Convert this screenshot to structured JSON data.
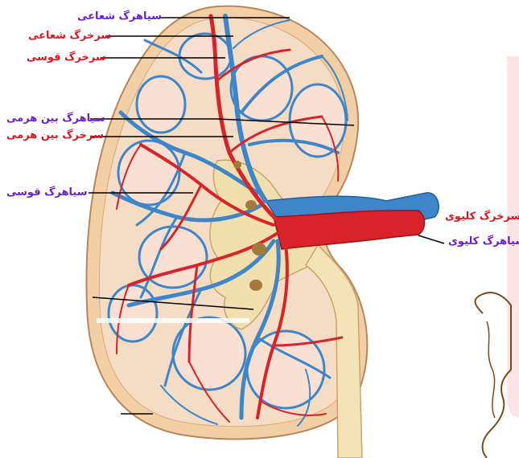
{
  "colors": {
    "vein_label": "#6a1fd0",
    "artery_label": "#e0141e",
    "vein_fill": "#3d86c9",
    "artery_fill": "#d8232a",
    "capsule": "#f3cfa6",
    "pyramid": "#f7d8c8",
    "pelvis": "#f1dfae",
    "ureter": "#f4e3b7",
    "pink_panel": "#fde4e6"
  },
  "labels": {
    "radial_vein": "سیاهرگ شعاعی",
    "radial_artery": "سرخرگ شعاعی",
    "arcuate_artery": "سرخرگ قوسی",
    "interlobar_vein": "سیاهرگ بین هرمی",
    "interlobar_artery": "سرخرگ بین هرمی",
    "arcuate_vein": "سیاهرگ قوسی",
    "renal_artery": "سرخرگ کلیوی",
    "renal_vein": "سیاهرگ کلیوی"
  }
}
